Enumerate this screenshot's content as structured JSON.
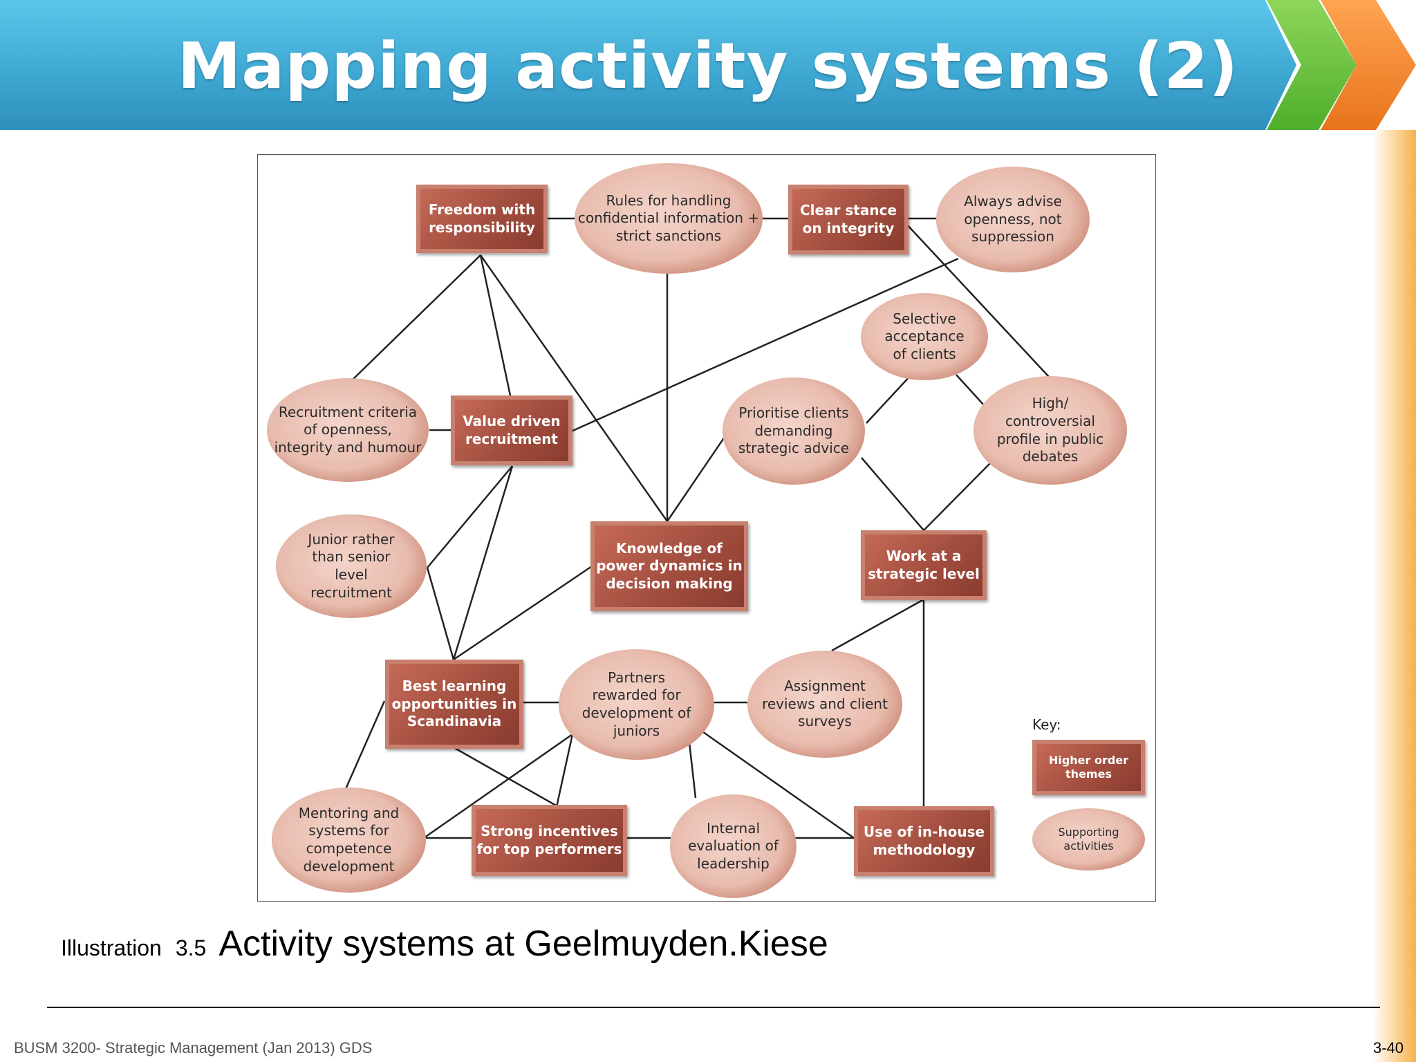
{
  "slide": {
    "title": "Mapping activity systems (2)",
    "caption_label": "Illustration",
    "caption_number": "3.5",
    "caption_text": "Activity systems at Geelmuyden.Kiese",
    "footer_left": "BUSM 3200- Strategic Management (Jan 2013) GDS",
    "page_number": "3-40"
  },
  "diagram": {
    "nodes": {
      "freedom": "Freedom with responsibility",
      "rules": "Rules for handling confidential information + strict sanctions",
      "clear_stance": "Clear stance on integrity",
      "always_advise": "Always advise openness, not suppression",
      "selective": "Selective acceptance of clients",
      "recruitment_criteria": "Recruitment criteria of openness, integrity and humour",
      "value_driven": "Value driven recruitment",
      "prioritise": "Prioritise clients demanding strategic advice",
      "high_profile": "High/ controversial profile in public debates",
      "junior": "Junior rather than senior level recruitment",
      "knowledge": "Knowledge of power dynamics in decision making",
      "work_strategic": "Work at a strategic level",
      "best_learning": "Best learning opportunities in Scandinavia",
      "partners": "Partners rewarded for development of juniors",
      "assignment": "Assignment reviews and client surveys",
      "mentoring": "Mentoring and systems for competence development",
      "strong_incentives": "Strong incentives for top performers",
      "internal_eval": "Internal evaluation of leadership",
      "in_house": "Use of in-house methodology"
    },
    "key": {
      "title": "Key:",
      "higher": "Higher order themes",
      "supporting": "Supporting activities"
    },
    "colors": {
      "higher_order_fill": "#a24e3f",
      "supporting_fill": "#e8bcae",
      "connector": "#222222"
    }
  }
}
